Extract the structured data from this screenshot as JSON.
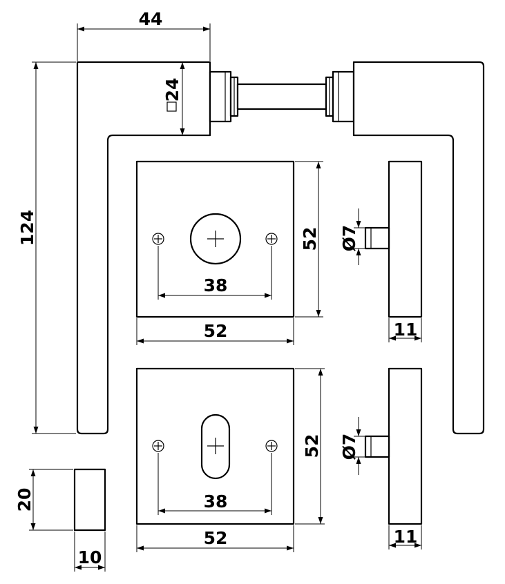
{
  "dimensions": {
    "handle_width": "44",
    "square_neck": "24",
    "handle_height": "124",
    "rose_top_height": "52",
    "rose_top_width": "52",
    "rose_top_hole_spacing": "38",
    "spindle_top_diameter": "Ø7",
    "rose_top_thickness": "11",
    "rose_bottom_height": "52",
    "rose_bottom_width": "52",
    "rose_bottom_hole_spacing": "38",
    "spindle_bottom_diameter": "Ø7",
    "rose_bottom_thickness": "11",
    "section_height": "20",
    "section_width": "10"
  }
}
